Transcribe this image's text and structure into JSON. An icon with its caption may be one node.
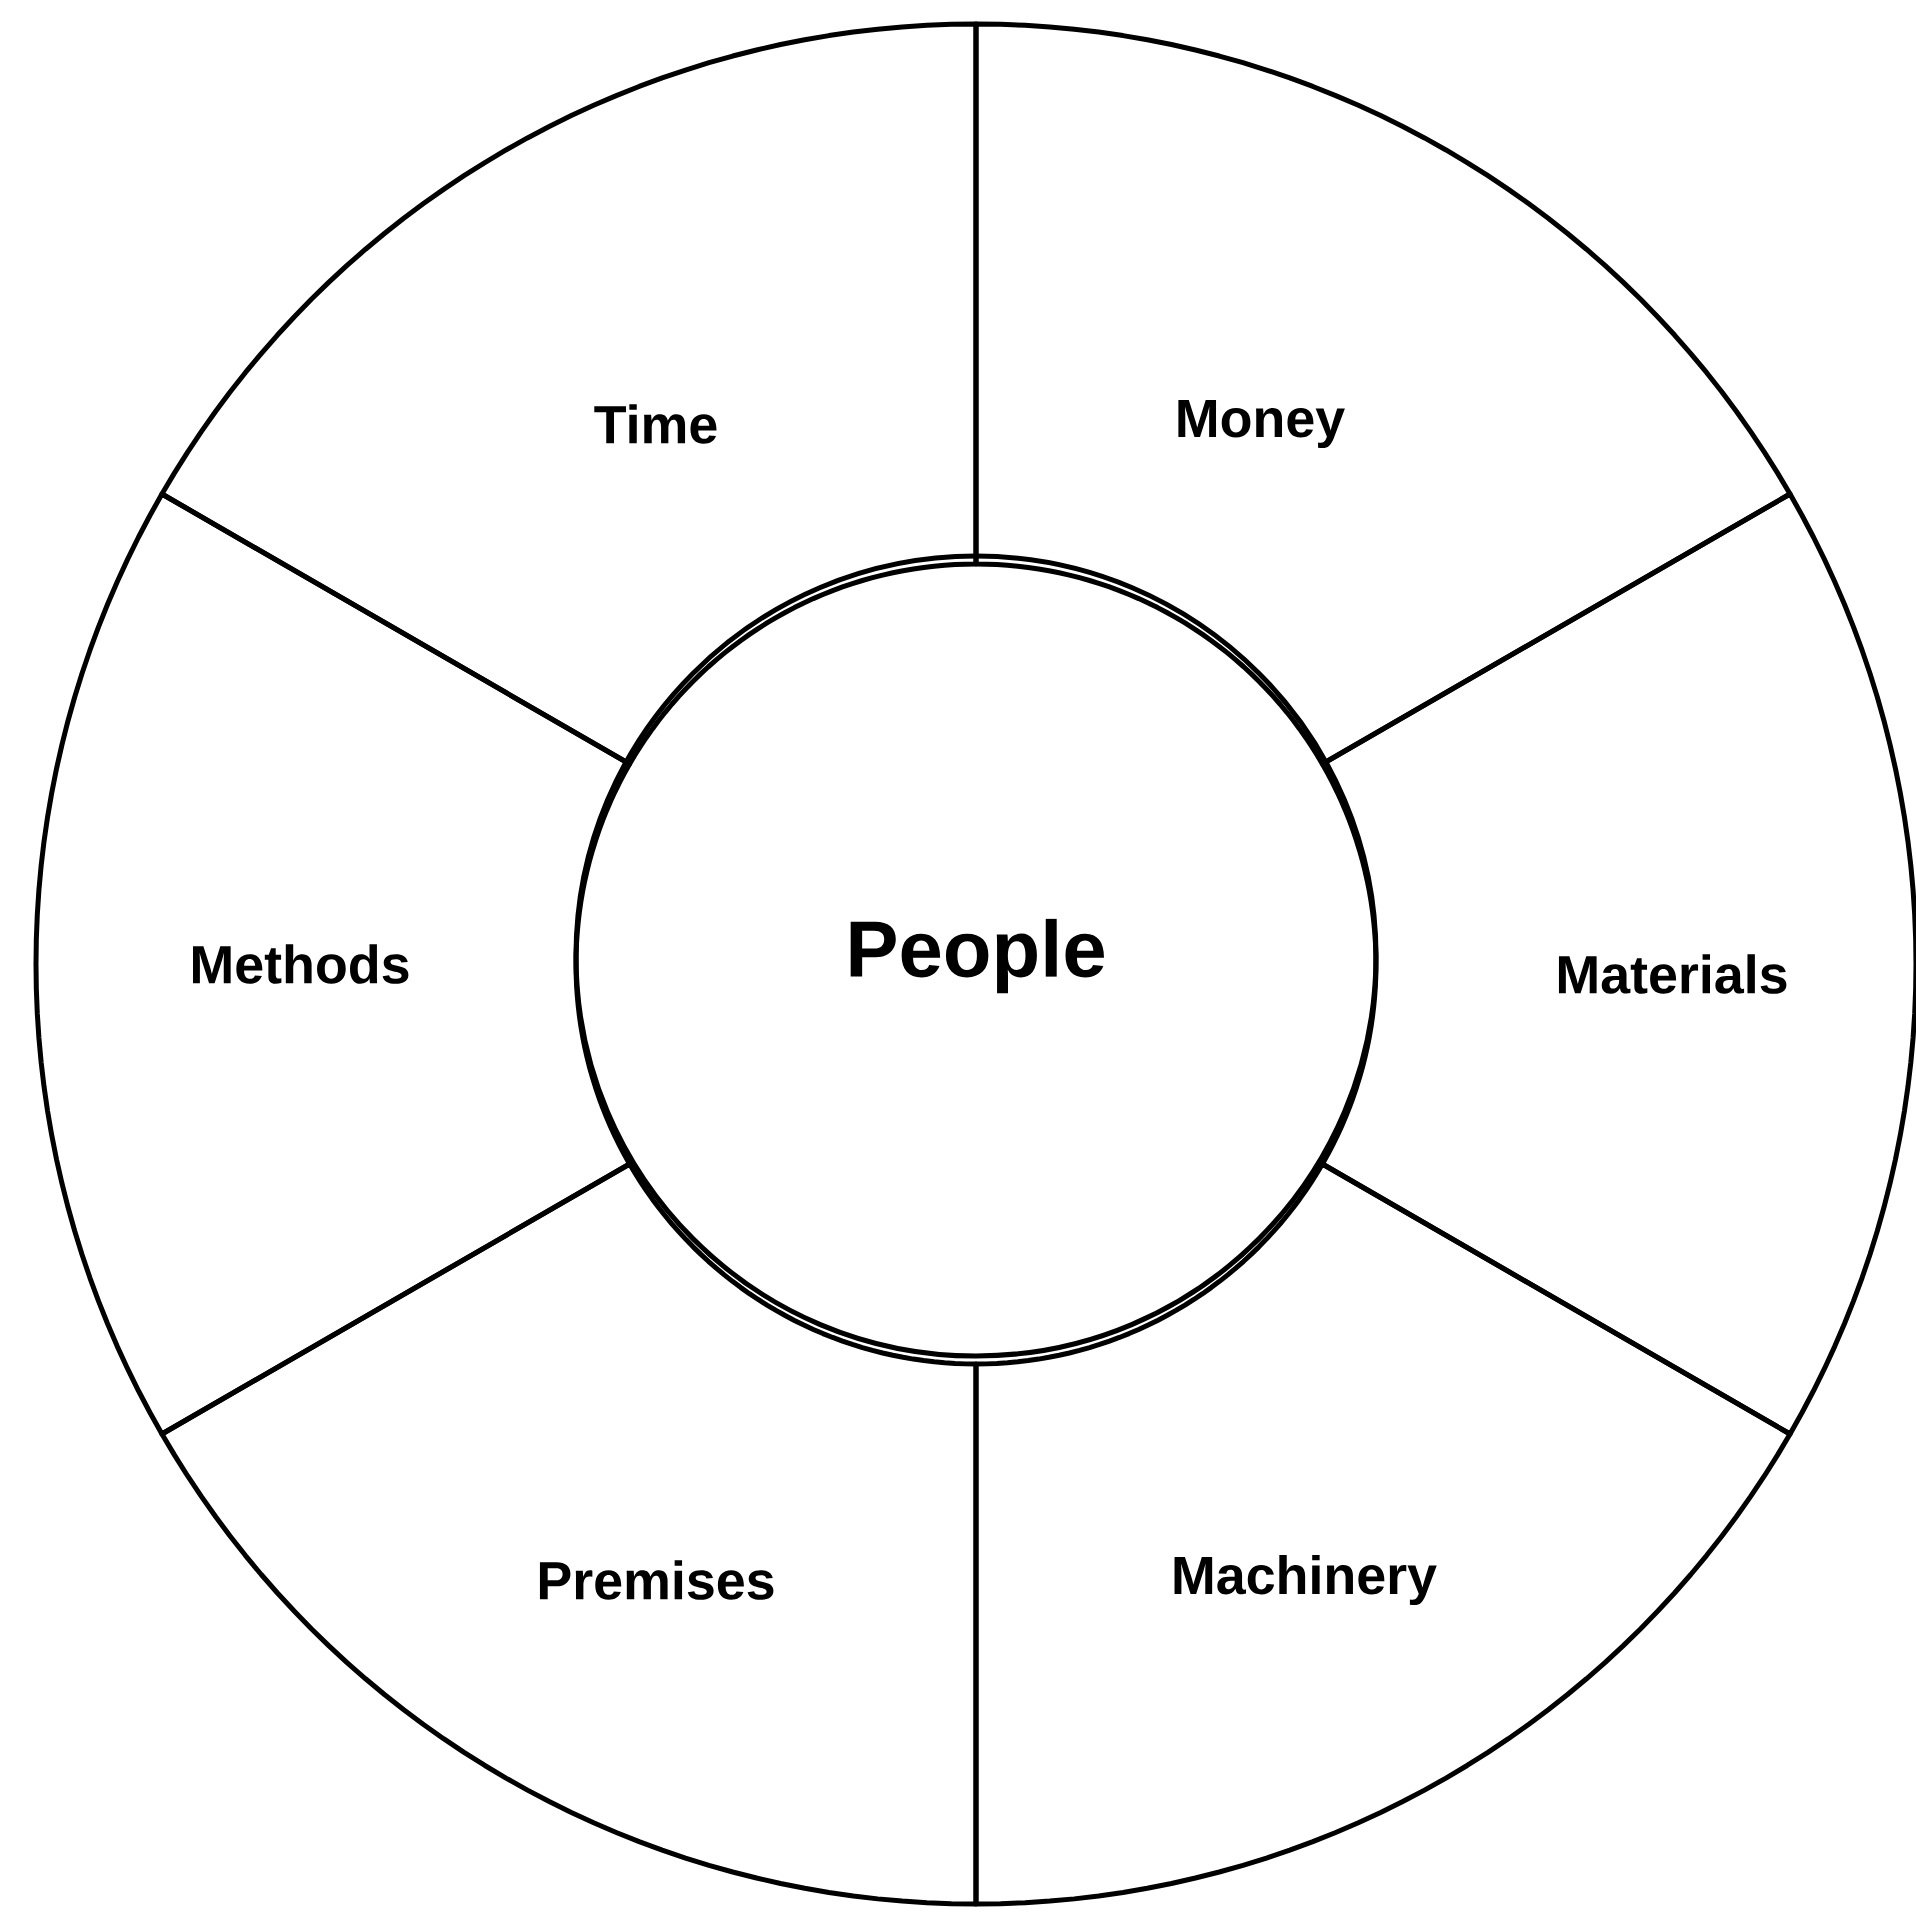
{
  "diagram": {
    "nodes": [
      {
        "text": [
          "People"
        ]
      },
      {
        "text": [
          "Time"
        ]
      },
      {
        "text": [
          "Money"
        ]
      },
      {
        "text": [
          "Materials"
        ]
      },
      {
        "text": [
          "Machinery"
        ]
      },
      {
        "text": [
          "Premises"
        ]
      },
      {
        "text": [
          "Methods"
        ]
      }
    ]
  }
}
